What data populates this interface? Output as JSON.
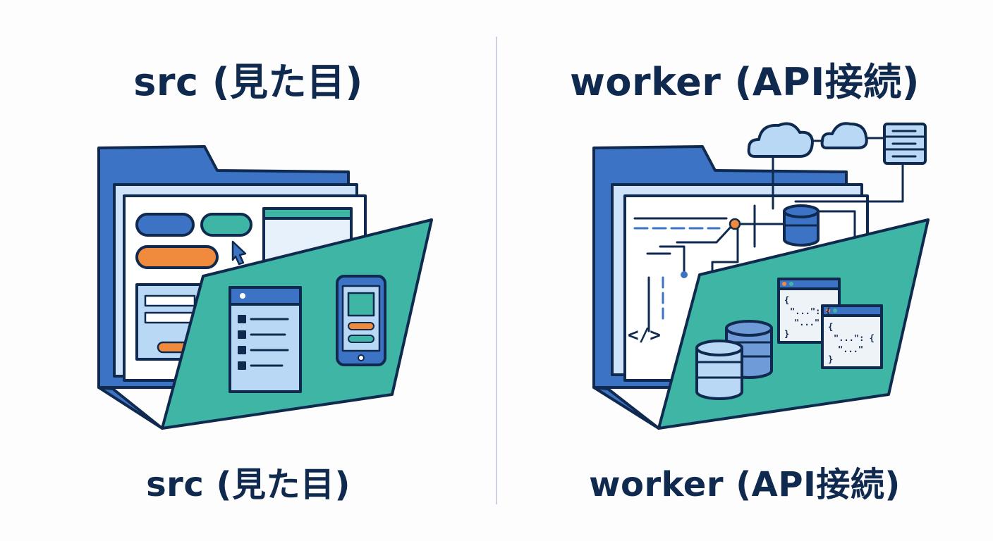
{
  "left": {
    "title": "src (見た目)",
    "caption": "src (見た目)",
    "icon": "folder-ui-components-icon"
  },
  "right": {
    "title": "worker (API接続)",
    "caption": "worker (API接続)",
    "icon": "folder-api-network-icon",
    "code_tag": "</>",
    "json_snippet_lines": [
      "{",
      "\"...\": {",
      "\"...\"",
      "}"
    ]
  },
  "colors": {
    "navy": "#0f2a4e",
    "folder_blue": "#3d73c4",
    "teal": "#3fb5a6",
    "light_blue": "#b9d8f5",
    "orange": "#f08a3c",
    "divider": "#c9d3e6"
  }
}
